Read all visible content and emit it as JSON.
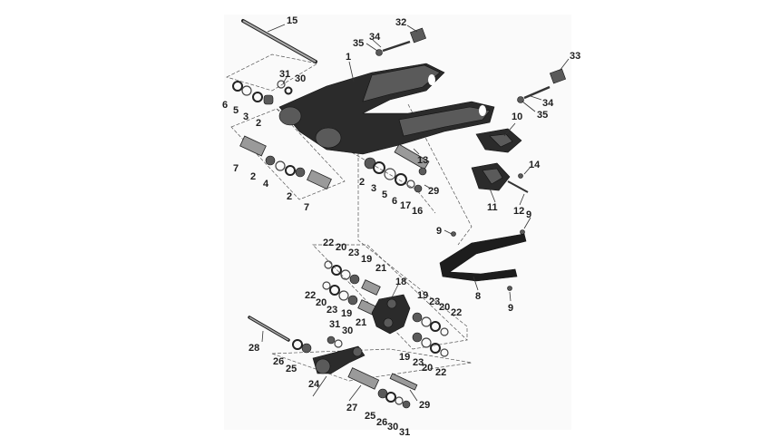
{
  "diagram": {
    "labels": [
      "1",
      "2",
      "3",
      "4",
      "5",
      "6",
      "7",
      "8",
      "9",
      "10",
      "11",
      "12",
      "13",
      "14",
      "15",
      "16",
      "17",
      "18",
      "19",
      "20",
      "21",
      "22",
      "23",
      "24",
      "25",
      "26",
      "27",
      "28",
      "29",
      "30",
      "31",
      "32",
      "33",
      "34",
      "35"
    ],
    "callouts": [
      {
        "id": "c15",
        "text": "15"
      },
      {
        "id": "c32",
        "text": "32"
      },
      {
        "id": "c34a",
        "text": "34"
      },
      {
        "id": "c35a",
        "text": "35"
      },
      {
        "id": "c33",
        "text": "33"
      },
      {
        "id": "c34b",
        "text": "34"
      },
      {
        "id": "c35b",
        "text": "35"
      },
      {
        "id": "c1",
        "text": "1"
      },
      {
        "id": "c31a",
        "text": "31"
      },
      {
        "id": "c30a",
        "text": "30"
      },
      {
        "id": "c6a",
        "text": "6"
      },
      {
        "id": "c5a",
        "text": "5"
      },
      {
        "id": "c3a",
        "text": "3"
      },
      {
        "id": "c2a",
        "text": "2"
      },
      {
        "id": "c10",
        "text": "10"
      },
      {
        "id": "c7a",
        "text": "7"
      },
      {
        "id": "c2b",
        "text": "2"
      },
      {
        "id": "c4",
        "text": "4"
      },
      {
        "id": "c2c",
        "text": "2"
      },
      {
        "id": "c7b",
        "text": "7"
      },
      {
        "id": "c13",
        "text": "13"
      },
      {
        "id": "c14",
        "text": "14"
      },
      {
        "id": "c2d",
        "text": "2"
      },
      {
        "id": "c3b",
        "text": "3"
      },
      {
        "id": "c5b",
        "text": "5"
      },
      {
        "id": "c6b",
        "text": "6"
      },
      {
        "id": "c17",
        "text": "17"
      },
      {
        "id": "c16",
        "text": "16"
      },
      {
        "id": "c29a",
        "text": "29"
      },
      {
        "id": "c11",
        "text": "11"
      },
      {
        "id": "c12",
        "text": "12"
      },
      {
        "id": "c9a",
        "text": "9"
      },
      {
        "id": "c9b",
        "text": "9"
      },
      {
        "id": "c8",
        "text": "8"
      },
      {
        "id": "c9c",
        "text": "9"
      },
      {
        "id": "c22a",
        "text": "22"
      },
      {
        "id": "c20a",
        "text": "20"
      },
      {
        "id": "c23a",
        "text": "23"
      },
      {
        "id": "c19a",
        "text": "19"
      },
      {
        "id": "c21a",
        "text": "21"
      },
      {
        "id": "c18",
        "text": "18"
      },
      {
        "id": "c22b",
        "text": "22"
      },
      {
        "id": "c20b",
        "text": "20"
      },
      {
        "id": "c23b",
        "text": "23"
      },
      {
        "id": "c19b",
        "text": "19"
      },
      {
        "id": "c21b",
        "text": "21"
      },
      {
        "id": "c19c",
        "text": "19"
      },
      {
        "id": "c23c",
        "text": "23"
      },
      {
        "id": "c20c",
        "text": "20"
      },
      {
        "id": "c22c",
        "text": "22"
      },
      {
        "id": "c31b",
        "text": "31"
      },
      {
        "id": "c30b",
        "text": "30"
      },
      {
        "id": "c28",
        "text": "28"
      },
      {
        "id": "c26a",
        "text": "26"
      },
      {
        "id": "c25a",
        "text": "25"
      },
      {
        "id": "c19d",
        "text": "19"
      },
      {
        "id": "c23d",
        "text": "23"
      },
      {
        "id": "c20d",
        "text": "20"
      },
      {
        "id": "c22d",
        "text": "22"
      },
      {
        "id": "c24",
        "text": "24"
      },
      {
        "id": "c27",
        "text": "27"
      },
      {
        "id": "c29b",
        "text": "29"
      },
      {
        "id": "c25b",
        "text": "25"
      },
      {
        "id": "c26b",
        "text": "26"
      },
      {
        "id": "c30c",
        "text": "30"
      },
      {
        "id": "c31c",
        "text": "31"
      }
    ]
  }
}
